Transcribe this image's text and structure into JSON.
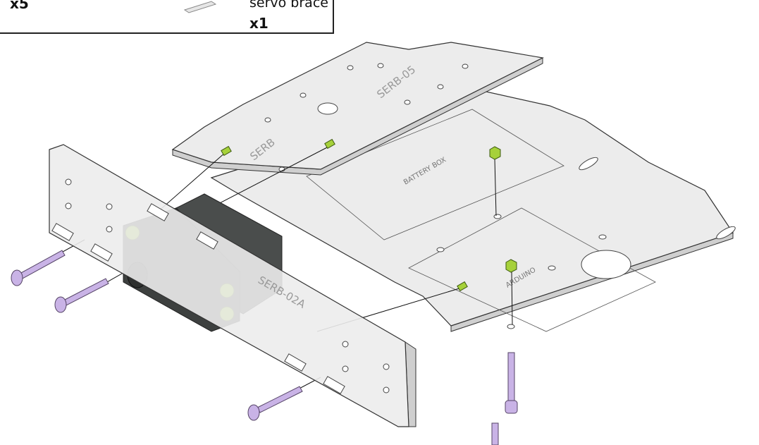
{
  "legend": {
    "left_qty": "x5",
    "part_name": "servo brace",
    "part_qty": "x1"
  },
  "labels": {
    "top_plate": "SERB-05",
    "top_plate_partial": "SERB",
    "battery_box": "BATTERY BOX",
    "arduino": "ARDUINO",
    "front_plate": "SERB-02A"
  },
  "colors": {
    "screw": "#c9b3e6",
    "nut": "#a6d13a",
    "servo": "#4a4d4c",
    "plate": "#ececec"
  }
}
